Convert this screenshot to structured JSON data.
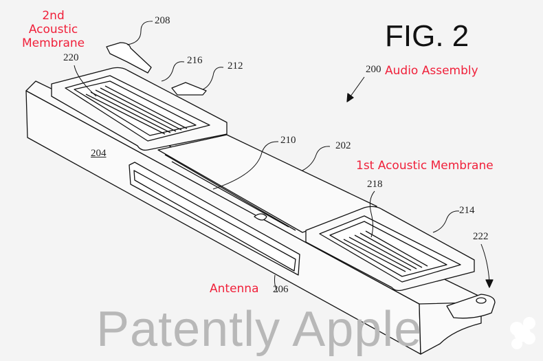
{
  "figure_title": "FIG. 2",
  "annotations": {
    "second_membrane": "2nd\nAcoustic\nMembrane",
    "audio_assembly": "Audio Assembly",
    "first_membrane": "1st  Acoustic Membrane",
    "antenna": "Antenna"
  },
  "reference_numerals": {
    "r200": "200",
    "r202": "202",
    "r204": "204",
    "r206": "206",
    "r208": "208",
    "r210": "210",
    "r212": "212",
    "r214": "214",
    "r216": "216",
    "r218": "218",
    "r220": "220",
    "r222": "222"
  },
  "watermark": "Patently Apple",
  "colors": {
    "annotation": "#f0203a",
    "line": "#111111",
    "background": "#f4f4f4",
    "watermark": "#b8b8b8"
  }
}
